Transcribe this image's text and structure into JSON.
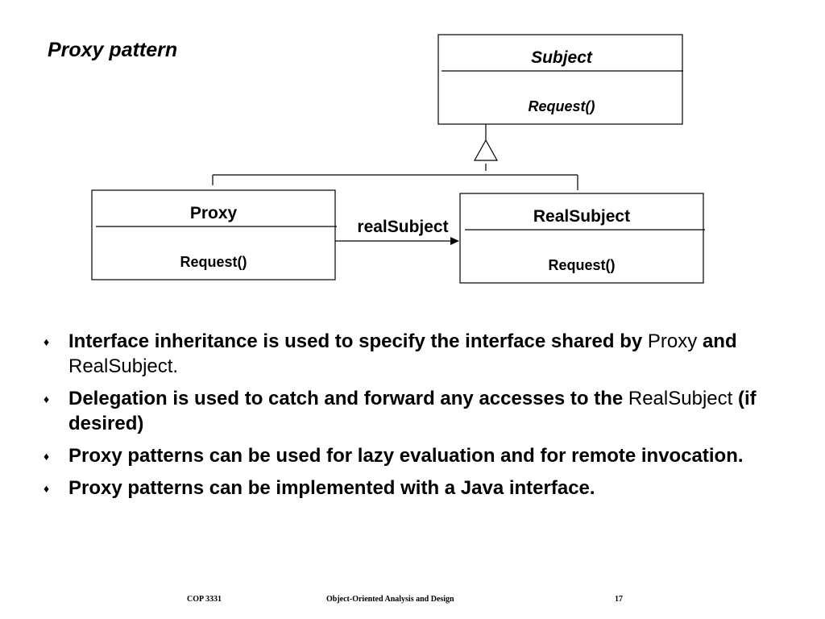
{
  "slide": {
    "title": "Proxy pattern"
  },
  "diagram": {
    "subject": {
      "name": "Subject",
      "operation": "Request()"
    },
    "proxy": {
      "name": "Proxy",
      "operation": "Request()"
    },
    "real_subject": {
      "name": "RealSubject",
      "operation": "Request()"
    },
    "association_label": "realSubject"
  },
  "bullets": [
    [
      {
        "text": "Interface inheritance is used to specify the interface shared by ",
        "bold": true
      },
      {
        "text": "Proxy",
        "bold": false
      },
      {
        "text": " and ",
        "bold": true
      },
      {
        "text": "RealSubject.",
        "bold": false
      }
    ],
    [
      {
        "text": "Delegation is used to catch and forward any accesses to the ",
        "bold": true
      },
      {
        "text": "RealSubject",
        "bold": false
      },
      {
        "text": " (if desired)",
        "bold": true
      }
    ],
    [
      {
        "text": "Proxy patterns can be used for lazy evaluation and for remote invocation.",
        "bold": true
      }
    ],
    [
      {
        "text": "Proxy patterns can be implemented with a Java interface.",
        "bold": true
      }
    ]
  ],
  "bullet_glyph": "♦",
  "footer": {
    "course": "COP 3331",
    "course_title": "Object-Oriented Analysis and Design",
    "page_number": "17"
  }
}
